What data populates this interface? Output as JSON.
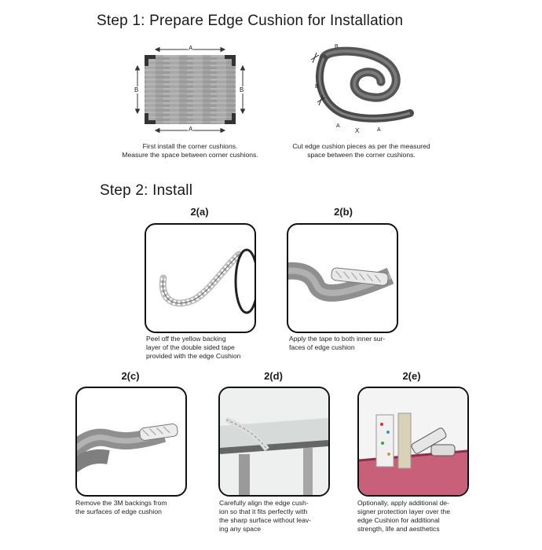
{
  "step1": {
    "title": "Step 1: Prepare Edge Cushion for Installation",
    "figA": {
      "labels": {
        "top": "A",
        "bottom": "A",
        "left": "B",
        "right": "B"
      },
      "caption": [
        "First install the corner cushions.",
        "Measure the space between corner cushions."
      ]
    },
    "figB": {
      "labels": {
        "a1": "A",
        "a2": "A",
        "b1": "B",
        "b2": "B",
        "x": "X"
      },
      "caption": [
        "Cut edge cushion pieces as per the measured",
        "space between the corner cushions."
      ]
    }
  },
  "step2": {
    "title": "Step 2: Install",
    "steps": [
      {
        "id": "2(a)",
        "caption": [
          "Peel off the yellow backing",
          "layer of the double sided tape",
          "provided with the edge Cushion"
        ]
      },
      {
        "id": "2(b)",
        "caption": [
          "Apply the tape to both inner sur-",
          "faces of edge cushion"
        ]
      },
      {
        "id": "2(c)",
        "caption": [
          "Remove the 3M backings from",
          "the surfaces of edge cushion"
        ]
      },
      {
        "id": "2(d)",
        "caption": [
          "Carefully align the edge cush-",
          "ion so that it fits perfectly with",
          "the sharp surface without leav-",
          "ing any space"
        ]
      },
      {
        "id": "2(e)",
        "caption": [
          "Optionally, apply additional de-",
          "signer protection layer over the",
          "edge Cushion for additional",
          "strength, life and aesthetics"
        ]
      }
    ]
  }
}
